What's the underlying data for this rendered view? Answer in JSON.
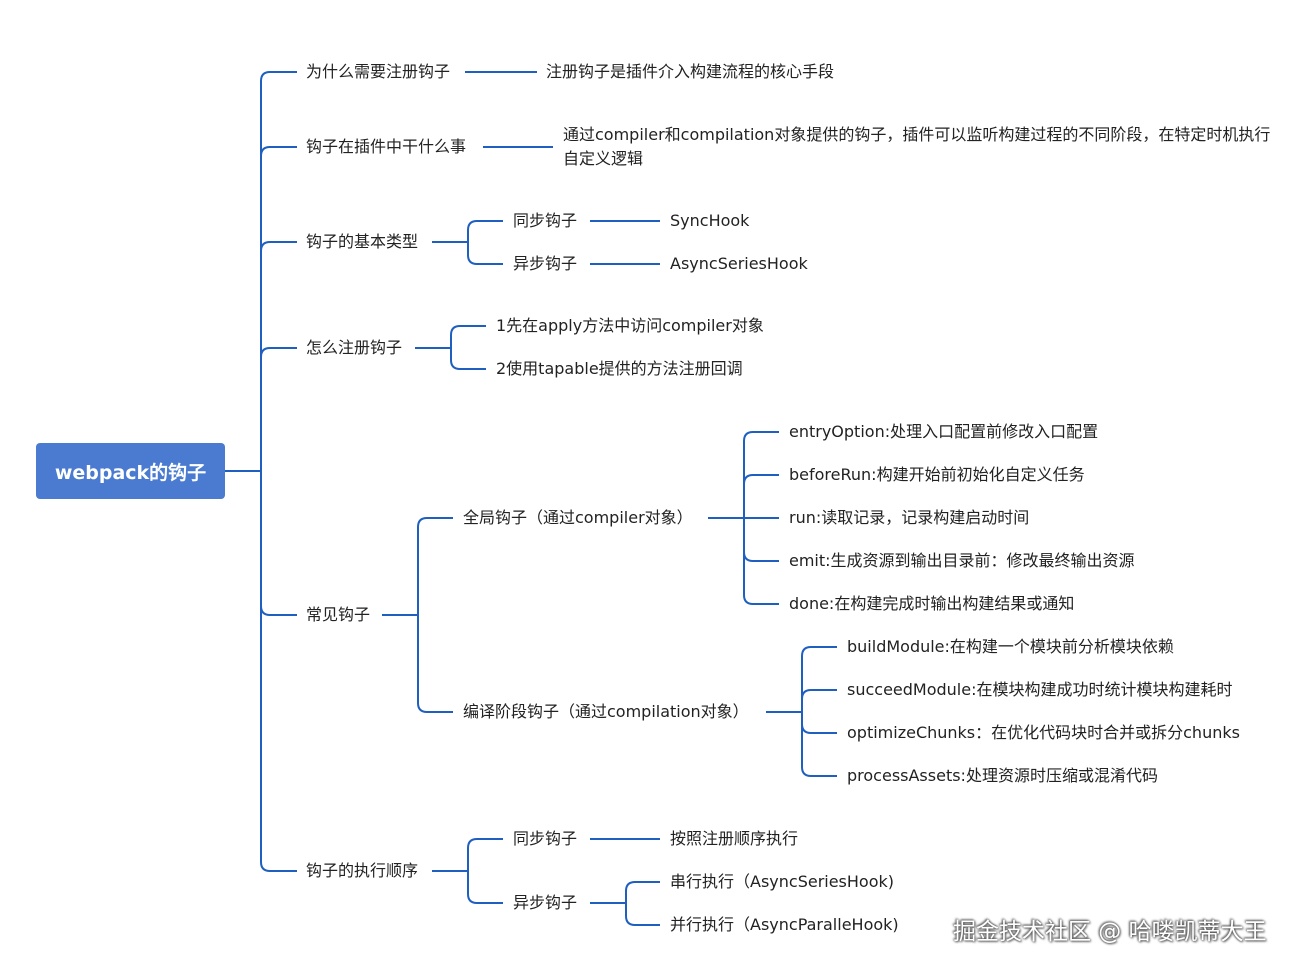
{
  "root": "webpack的钩子",
  "branches": {
    "why": {
      "label": "为什么需要注册钩子",
      "leaf": "注册钩子是插件介入构建流程的核心手段"
    },
    "what": {
      "label": "钩子在插件中干什么事",
      "leaf": "通过compiler和compilation对象提供的钩子，插件可以监听构建过程的不同阶段，在特定时机执行自定义逻辑"
    },
    "types": {
      "label": "钩子的基本类型",
      "sync": {
        "label": "同步钩子",
        "leaf": "SyncHook"
      },
      "async": {
        "label": "异步钩子",
        "leaf": "AsyncSeriesHook"
      }
    },
    "how": {
      "label": "怎么注册钩子",
      "steps": [
        "1先在apply方法中访问compiler对象",
        "2使用tapable提供的方法注册回调"
      ]
    },
    "common": {
      "label": "常见钩子",
      "global": {
        "label": "全局钩子（通过compiler对象）",
        "items": [
          "entryOption:处理入口配置前修改入口配置",
          "beforeRun:构建开始前初始化自定义任务",
          "run:读取记录，记录构建启动时间",
          "emit:生成资源到输出目录前：修改最终输出资源",
          "done:在构建完成时输出构建结果或通知"
        ]
      },
      "compile": {
        "label": "编译阶段钩子（通过compilation对象）",
        "items": [
          "buildModule:在构建一个模块前分析模块依赖",
          "succeedModule:在模块构建成功时统计模块构建耗时",
          "optimizeChunks：在优化代码块时合并或拆分chunks",
          "processAssets:处理资源时压缩或混淆代码"
        ]
      }
    },
    "order": {
      "label": "钩子的执行顺序",
      "sync": {
        "label": "同步钩子",
        "leaf": "按照注册顺序执行"
      },
      "async": {
        "label": "异步钩子",
        "items": [
          "串行执行（AsyncSeriesHook)",
          "并行执行（AsyncParalleHook)"
        ]
      }
    }
  },
  "watermark": "掘金技术社区 @ 哈喽凯蒂大王",
  "colors": {
    "line": "#1f5fbf",
    "root_fill": "#4a7bd0",
    "text": "#222222"
  }
}
